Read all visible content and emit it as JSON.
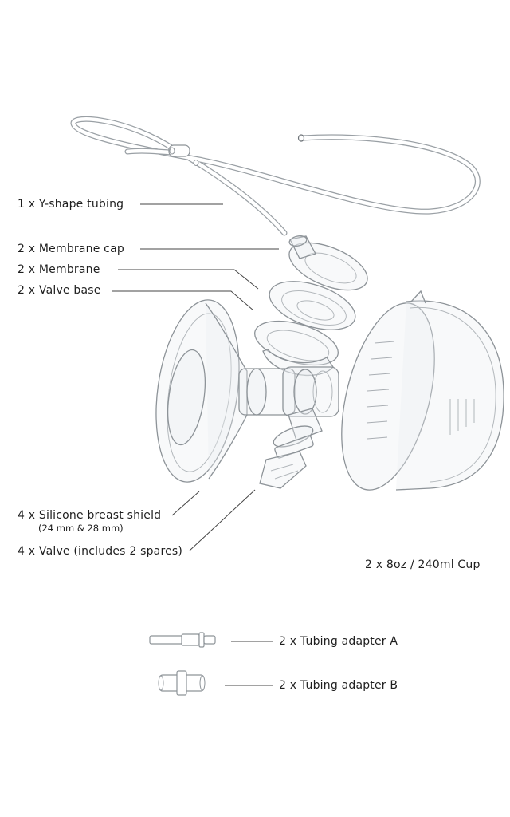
{
  "labels": {
    "y_tubing": "1 x Y-shape tubing",
    "membrane_cap": "2 x Membrane cap",
    "membrane": "2 x Membrane",
    "valve_base": "2 x Valve base",
    "breast_shield": "4 x Silicone breast shield",
    "breast_shield_sizes": "(24 mm & 28 mm)",
    "valve": "4 x Valve (includes 2 spares)",
    "cup": "2 x 8oz / 240ml Cup",
    "adapter_a": "2 x Tubing adapter A",
    "adapter_b": "2 x Tubing adapter B"
  }
}
